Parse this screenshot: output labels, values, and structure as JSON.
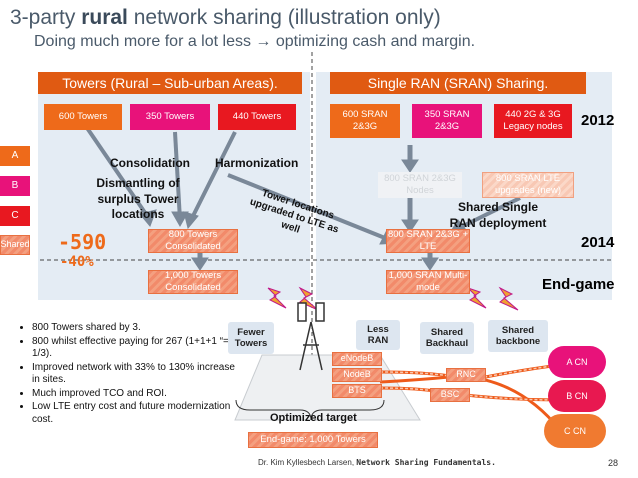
{
  "slide": {
    "title_prefix": "3-party ",
    "title_bold": "rural",
    "title_suffix": " network sharing (illustration only)",
    "subtitle": "Doing much more for a lot less → optimizing cash and margin."
  },
  "left_panel": {
    "header": "Towers (Rural – Sub-urban Areas).",
    "boxes_2012": [
      "600 Towers",
      "350 Towers",
      "440 Towers"
    ],
    "consolidation": "Consolidation",
    "harmonization": "Harmonization",
    "dismantling": "Dismantling of surplus Tower locations",
    "towers_consolidated_2014": "800 Towers Consolidated",
    "towers_consolidated_end": "1,000 Towers Consolidated",
    "reduction_count": "-590",
    "reduction_pct": "-40%"
  },
  "party_legend": [
    "A",
    "B",
    "C",
    "Shared"
  ],
  "right_panel": {
    "header": "Single RAN (SRAN) Sharing.",
    "boxes_2012": [
      "600 SRAN 2&3G",
      "350 SRAN 2&3G",
      "440 2G & 3G Legacy nodes"
    ],
    "sran_nodes": "800 SRAN 2&3G Nodes",
    "sran_lte_upgrades": "800 SRAN LTE upgrades (new)",
    "shared_deployment": "Shared Single RAN deployment",
    "sran_2014": "800 SRAN 2&3G + LTE",
    "sran_end": "1,000 SRAN Multi-mode"
  },
  "diagonal_label": "Tower locations upgraded to LTE as well",
  "years": {
    "y2012": "2012",
    "y2014": "2014",
    "endgame": "End-game"
  },
  "bullets": [
    "800 Towers shared by 3.",
    "800 whilst effective paying for 267 (1+1+1 “=” 1/3).",
    "Improved network with 33% to 130% increase in sites.",
    "Much improved TCO and ROI.",
    "Low LTE entry cost and future modernization cost."
  ],
  "diagram": {
    "fewer_towers": "Fewer Towers",
    "less_ran": "Less RAN",
    "shared_backhaul": "Shared Backhaul",
    "shared_backbone": "Shared backbone",
    "enodeb": "eNodeB",
    "nodeb": "NodeB",
    "bts": "BTS",
    "rnc": "RNC",
    "bsc": "BSC",
    "a_cn": "A CN",
    "b_cn": "B CN",
    "c_cn": "C CN",
    "optimized_target": "Optimized target",
    "endgame_towers": "End-game: 1,000 Towers"
  },
  "footer": {
    "author": "Dr. Kim Kyllesbech Larsen, ",
    "topic": "Network Sharing Fundamentals.",
    "page": "28"
  },
  "colors": {
    "accent_orange": "#e05a12",
    "party_a": "#ee6a1a",
    "party_b": "#e8127a",
    "party_c": "#e81820",
    "panel_bg": "#e4ecf4"
  }
}
